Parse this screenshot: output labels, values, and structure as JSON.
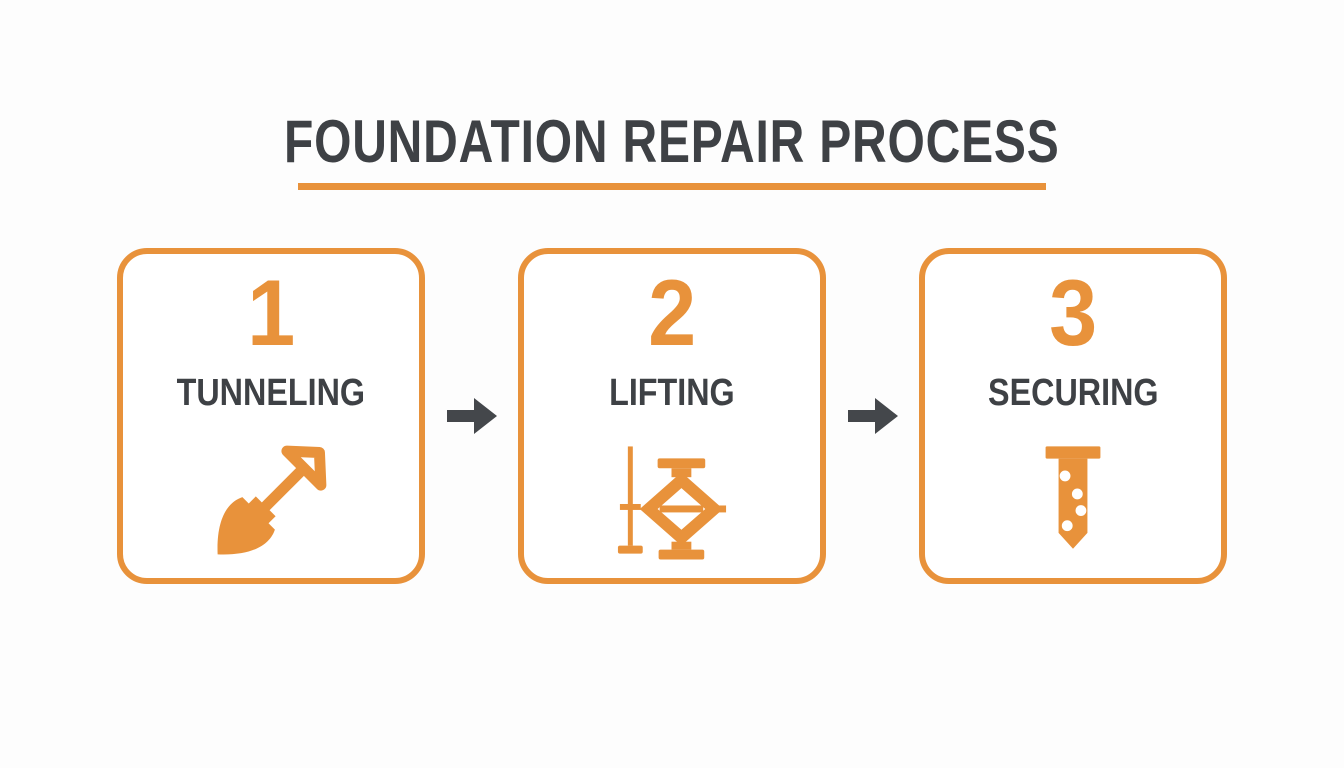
{
  "page": {
    "title": "FOUNDATION REPAIR PROCESS"
  },
  "colors": {
    "accent": "#E8923B",
    "text": "#3E4145",
    "arrow": "#44474B",
    "background": "#FDFDFD"
  },
  "steps": [
    {
      "number": "1",
      "label": "TUNNELING",
      "icon": "shovel-icon"
    },
    {
      "number": "2",
      "label": "LIFTING",
      "icon": "scissor-jack-icon"
    },
    {
      "number": "3",
      "label": "SECURING",
      "icon": "pier-anchor-icon"
    }
  ]
}
